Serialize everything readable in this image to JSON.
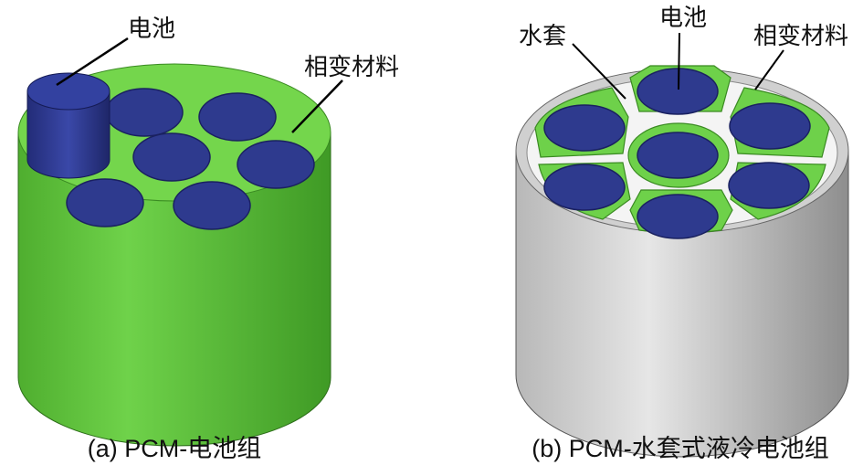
{
  "panel_a": {
    "label_battery": "电池",
    "label_pcm": "相变材料",
    "caption": "(a) PCM-电池组"
  },
  "panel_b": {
    "label_water_jacket": "水套",
    "label_battery": "电池",
    "label_pcm": "相变材料",
    "caption": "(b) PCM-水套式液冷电池组"
  },
  "colors": {
    "pcm_green": "#6ed14a",
    "battery_blue": "#2e3a8e",
    "jacket_gray": "#c8c8c8"
  }
}
